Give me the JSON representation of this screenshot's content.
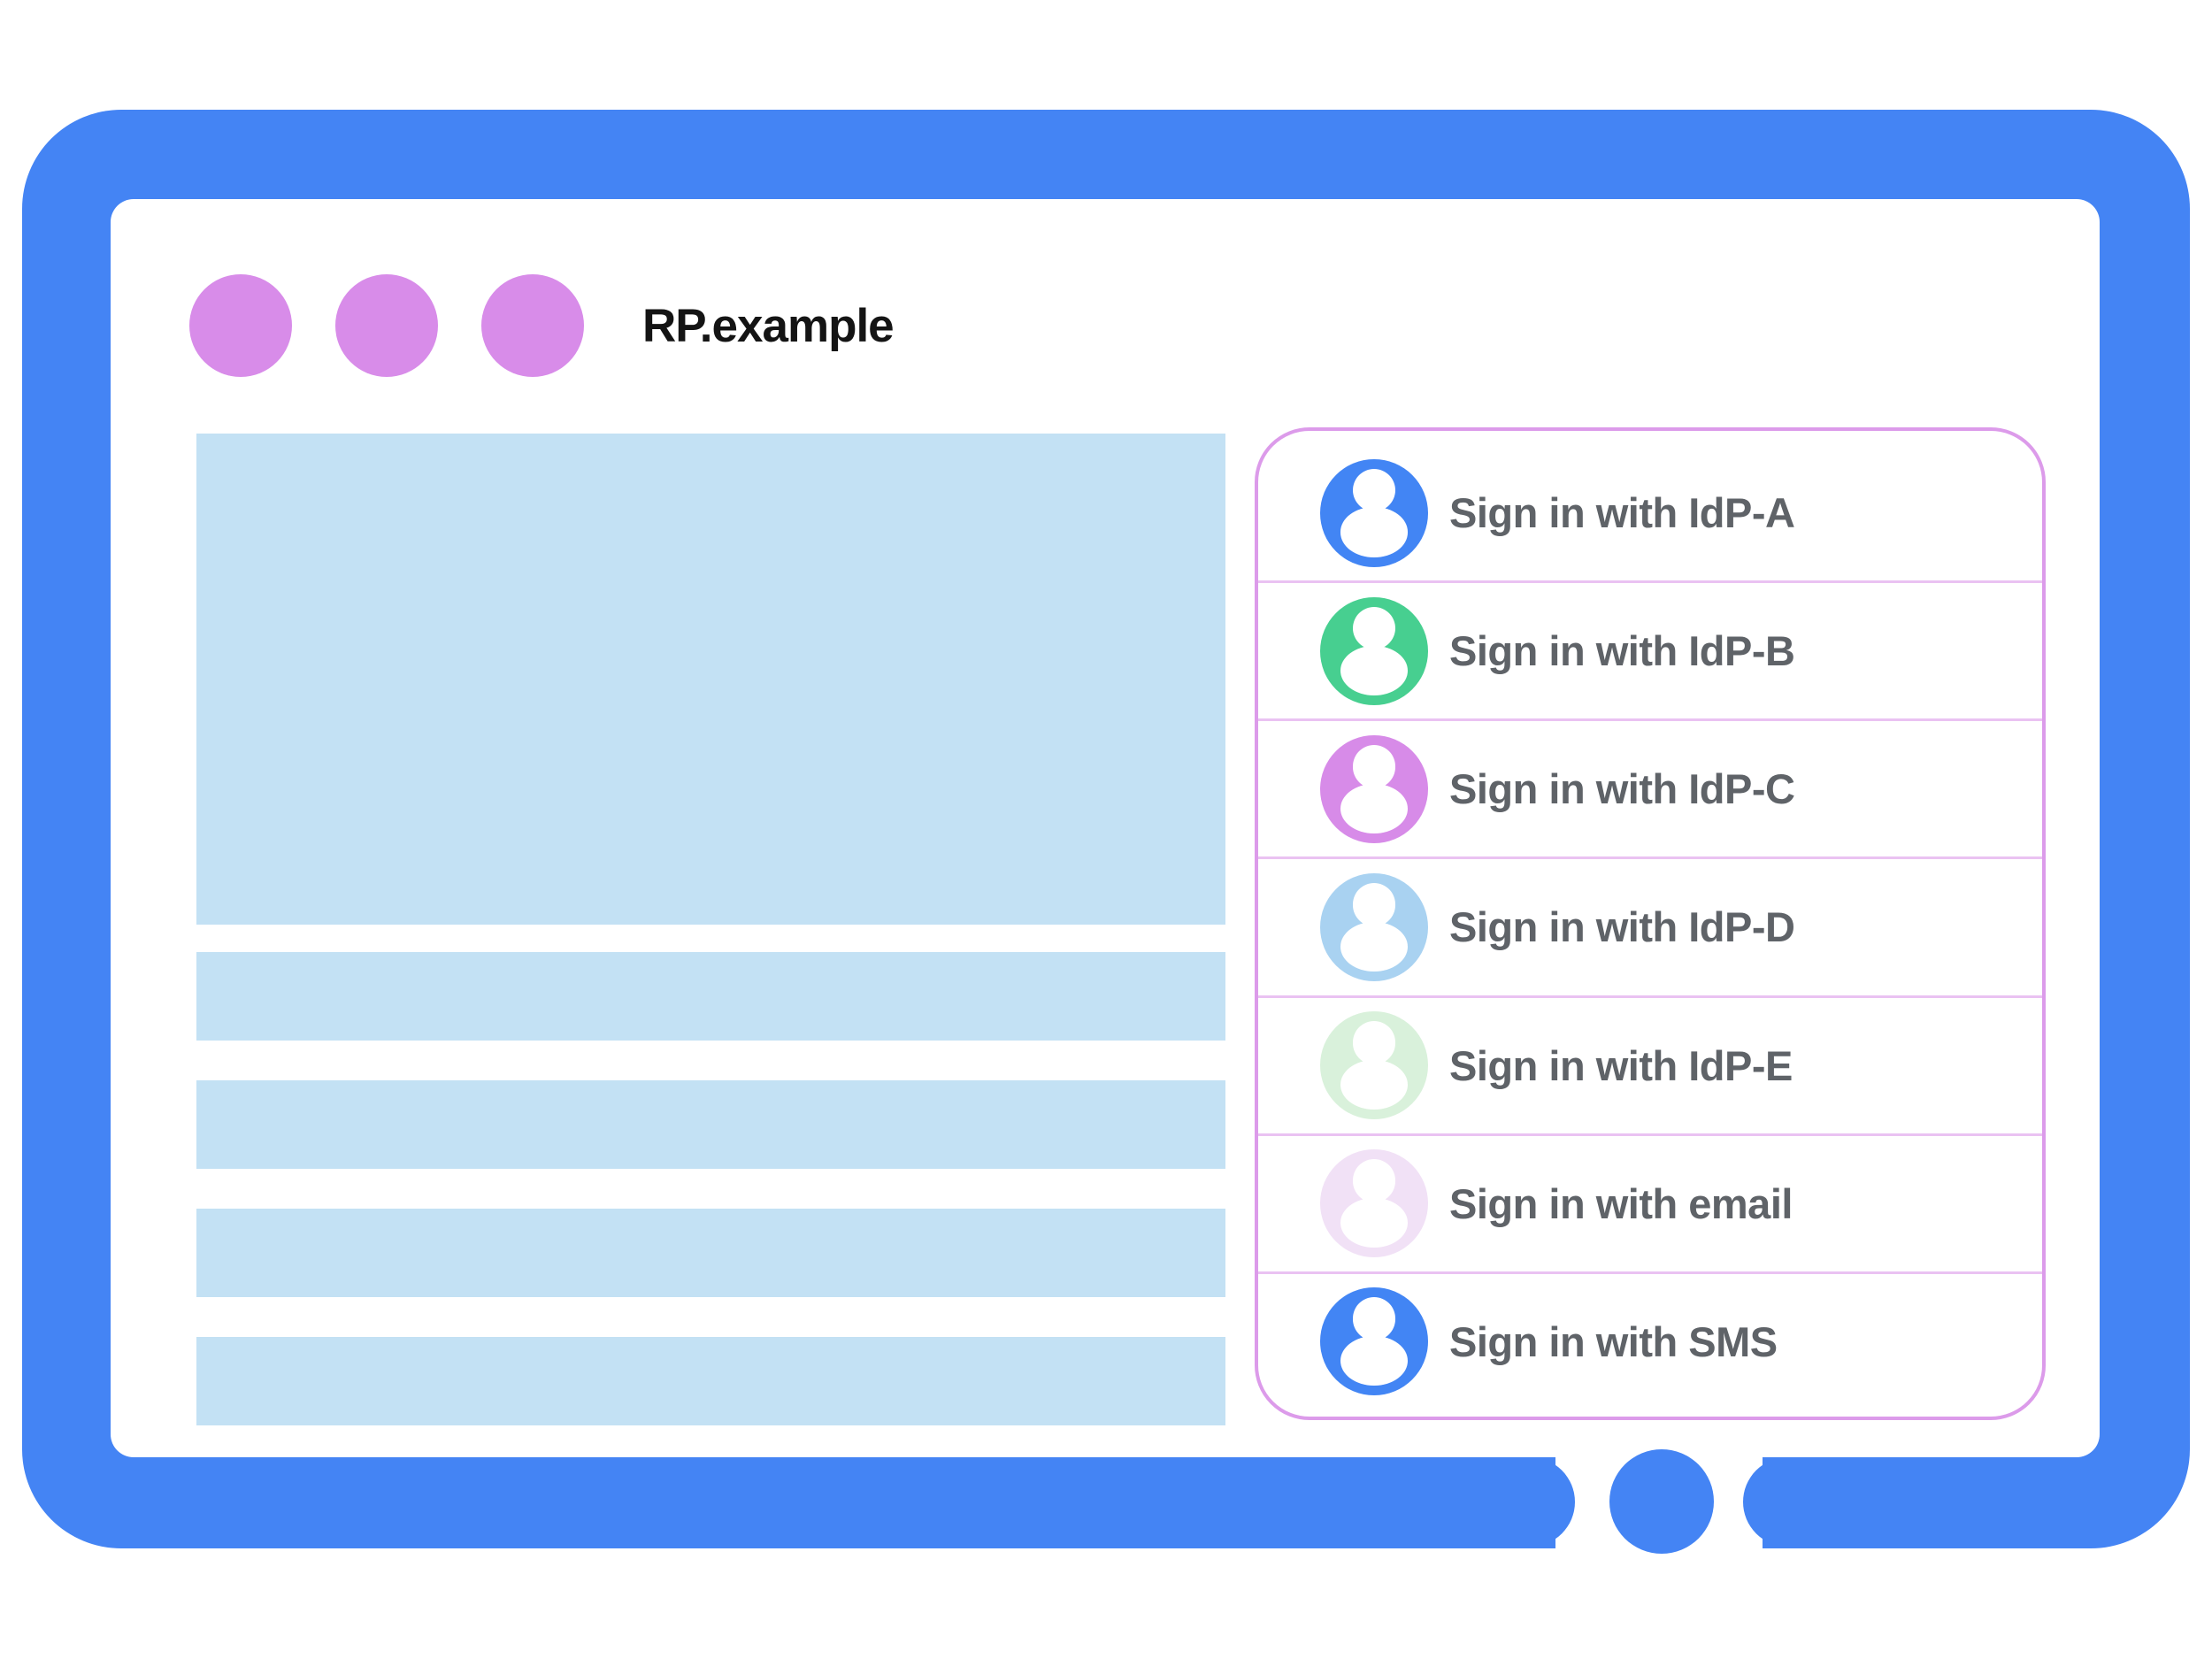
{
  "window": {
    "title": "RP.example",
    "controls": [
      {
        "icon": "window-control-dot"
      },
      {
        "icon": "window-control-dot"
      },
      {
        "icon": "window-control-dot"
      }
    ]
  },
  "content": {
    "placeholders": [
      "hero-block",
      "text-line",
      "text-line",
      "text-line",
      "text-line"
    ]
  },
  "panel": {
    "items": [
      {
        "id": "idp-a",
        "label": "Sign in with IdP-A",
        "avatar_icon": "user-avatar-icon",
        "avatar_color": "#4285f4"
      },
      {
        "id": "idp-b",
        "label": "Sign in with IdP-B",
        "avatar_icon": "user-avatar-icon",
        "avatar_color": "#47cf90"
      },
      {
        "id": "idp-c",
        "label": "Sign in with IdP-C",
        "avatar_icon": "user-avatar-icon",
        "avatar_color": "#d78be8"
      },
      {
        "id": "idp-d",
        "label": "Sign in with IdP-D",
        "avatar_icon": "user-avatar-icon",
        "avatar_color": "#a9d2f1"
      },
      {
        "id": "idp-e",
        "label": "Sign in with IdP-E",
        "avatar_icon": "user-avatar-icon",
        "avatar_color": "#d9f1db"
      },
      {
        "id": "email",
        "label": "Sign in with email",
        "avatar_icon": "user-avatar-icon",
        "avatar_color": "#f1e1f6"
      },
      {
        "id": "sms",
        "label": "Sign in with SMS",
        "avatar_icon": "user-avatar-icon",
        "avatar_color": "#4285f4"
      }
    ]
  },
  "colors": {
    "frame_blue": "#4484f4",
    "viewport_bg": "#ffffff",
    "placeholder_blue": "#c3e1f4",
    "window_dot": "#d88ce9",
    "panel_border": "#dc9bea",
    "panel_separator": "#eac2f2",
    "label_text": "#5f6368",
    "title_text": "#141414",
    "home_button": "#4484f4"
  }
}
